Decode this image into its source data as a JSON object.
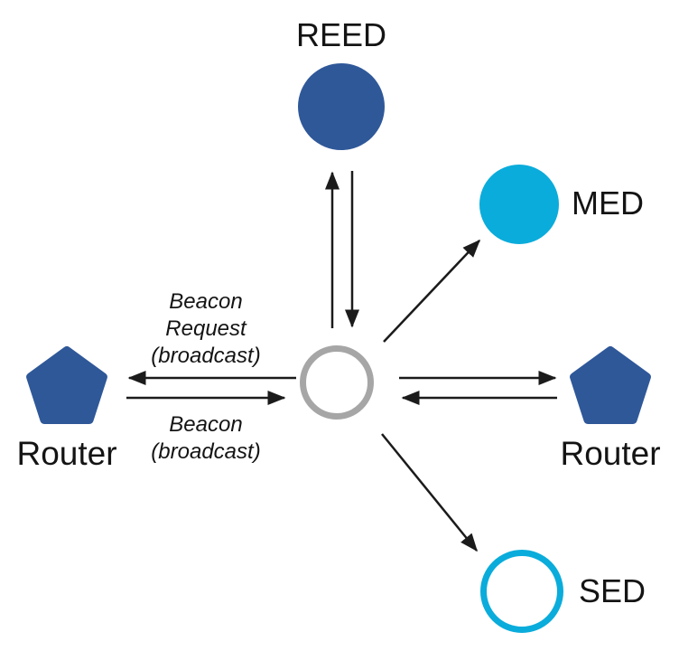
{
  "colors": {
    "node_blue": "#2F5899",
    "node_cyan": "#0AACDB",
    "joiner_gray": "#A6A6A6",
    "arrow_black": "#1b1b1b",
    "label_text": "#141414"
  },
  "nodes": {
    "reed": {
      "label": "REED",
      "shape": "filled-circle",
      "color": "#2F5899"
    },
    "med": {
      "label": "MED",
      "shape": "filled-circle",
      "color": "#0AACDB"
    },
    "sed": {
      "label": "SED",
      "shape": "outlined-circle",
      "color": "#0AACDB"
    },
    "router_left": {
      "label": "Router",
      "shape": "pentagon",
      "color": "#2F5899"
    },
    "router_right": {
      "label": "Router",
      "shape": "pentagon",
      "color": "#2F5899"
    },
    "joiner": {
      "label": "",
      "shape": "outlined-circle",
      "color": "#A6A6A6"
    }
  },
  "messages": {
    "beacon_request": {
      "lines": [
        "Beacon",
        "Request",
        "(broadcast)"
      ]
    },
    "beacon": {
      "lines": [
        "Beacon",
        "(broadcast)"
      ]
    }
  }
}
